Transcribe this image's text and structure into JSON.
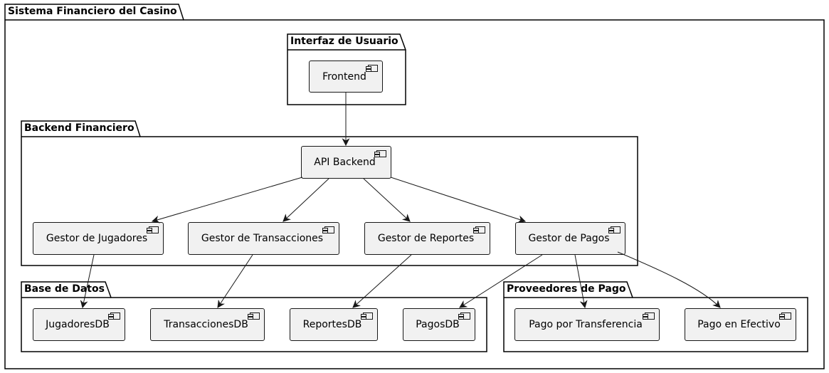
{
  "packages": {
    "outer": "Sistema Financiero del Casino",
    "ui": "Interfaz de Usuario",
    "backend": "Backend Financiero",
    "db": "Base de Datos",
    "providers": "Proveedores de Pago"
  },
  "components": {
    "frontend": "Frontend",
    "api": "API Backend",
    "gestor_jugadores": "Gestor de Jugadores",
    "gestor_transacciones": "Gestor de Transacciones",
    "gestor_reportes": "Gestor de Reportes",
    "gestor_pagos": "Gestor de Pagos",
    "jugadores_db": "JugadoresDB",
    "transacciones_db": "TransaccionesDB",
    "reportes_db": "ReportesDB",
    "pagos_db": "PagosDB",
    "pago_transferencia": "Pago por Transferencia",
    "pago_efectivo": "Pago en Efectivo"
  },
  "edges": [
    {
      "from": "Frontend",
      "to": "API Backend"
    },
    {
      "from": "API Backend",
      "to": "Gestor de Jugadores"
    },
    {
      "from": "API Backend",
      "to": "Gestor de Transacciones"
    },
    {
      "from": "API Backend",
      "to": "Gestor de Reportes"
    },
    {
      "from": "API Backend",
      "to": "Gestor de Pagos"
    },
    {
      "from": "Gestor de Jugadores",
      "to": "JugadoresDB"
    },
    {
      "from": "Gestor de Transacciones",
      "to": "TransaccionesDB"
    },
    {
      "from": "Gestor de Reportes",
      "to": "ReportesDB"
    },
    {
      "from": "Gestor de Pagos",
      "to": "PagosDB"
    },
    {
      "from": "Gestor de Pagos",
      "to": "Pago por Transferencia"
    },
    {
      "from": "Gestor de Pagos",
      "to": "Pago en Efectivo"
    }
  ]
}
